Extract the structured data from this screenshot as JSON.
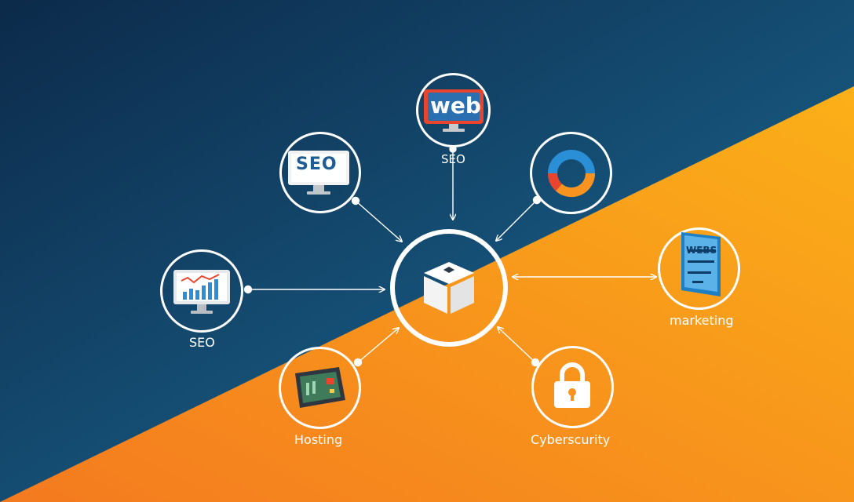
{
  "colors": {
    "bg_dark": "#0c2a4a",
    "bg_blue": "#1d6e99",
    "bg_orange": "#f7931e",
    "bg_orange_light": "#fbb018",
    "accent_red": "#e8452c",
    "accent_blue": "#2a8fd6",
    "line": "#ffffff"
  },
  "icons": {
    "center": "box-icon",
    "web": "web-monitor-icon",
    "seo_top": "seo-monitor-icon",
    "analytics": "donut-chart-icon",
    "seo_left": "line-chart-monitor-icon",
    "marketing": "marketing-panel-icon",
    "hosting": "server-device-icon",
    "cybersecurity": "padlock-icon"
  },
  "nodes": {
    "web": {
      "icon_text": "web",
      "label": "SEO"
    },
    "seo_top": {
      "icon_text": "SEO"
    },
    "seo_left": {
      "label": "SEO"
    },
    "marketing": {
      "label": "marketing",
      "icon_text": "WEBS"
    },
    "hosting": {
      "label": "Hosting"
    },
    "cybersecurity": {
      "label": "Cyberscurity"
    }
  }
}
